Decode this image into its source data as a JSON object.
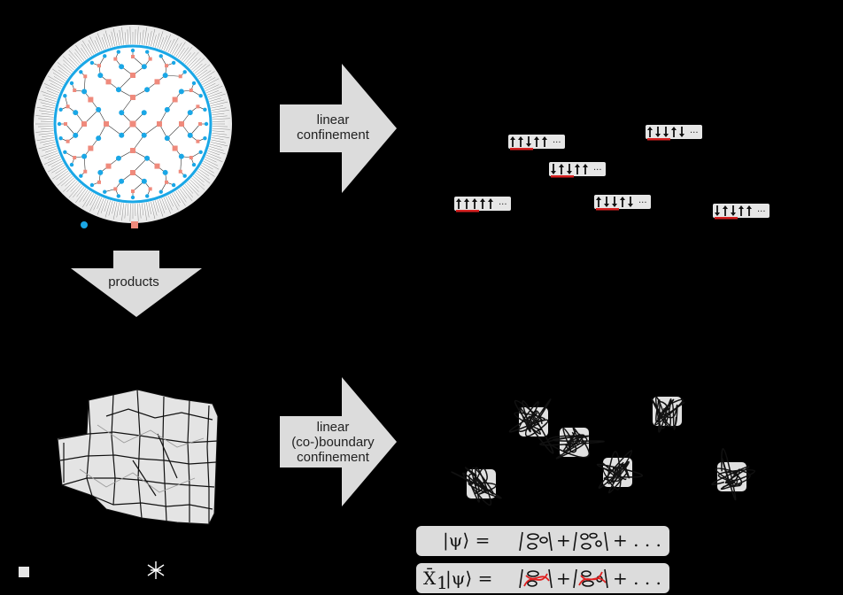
{
  "arrows": {
    "top": {
      "lines": [
        "linear",
        "confinement"
      ]
    },
    "bottom": {
      "lines": [
        "linear",
        "(co-)boundary",
        "confinement"
      ]
    },
    "down": {
      "label": "products"
    }
  },
  "spin_chips": [
    {
      "spins": [
        "up",
        "up",
        "down",
        "up",
        "up"
      ],
      "ellipsis": "···"
    },
    {
      "spins": [
        "up",
        "down",
        "down",
        "up",
        "down"
      ],
      "ellipsis": "···"
    },
    {
      "spins": [
        "down",
        "up",
        "down",
        "up",
        "up"
      ],
      "ellipsis": "···"
    },
    {
      "spins": [
        "up",
        "up",
        "up",
        "up",
        "up"
      ],
      "ellipsis": "···"
    },
    {
      "spins": [
        "up",
        "down",
        "down",
        "up",
        "down"
      ],
      "ellipsis": "···"
    },
    {
      "spins": [
        "down",
        "up",
        "down",
        "up",
        "up"
      ],
      "ellipsis": "···"
    }
  ],
  "equations": {
    "eq1": {
      "lhs": "|ψ⟩ = ",
      "plus": "+",
      "tail": "+ . . ."
    },
    "eq2": {
      "lhs_op": "X̄",
      "lhs_sub": "1",
      "lhs_rest": "|ψ⟩ = ",
      "plus": "+",
      "tail": "+ . . ."
    }
  },
  "colors": {
    "background": "#000000",
    "arrow_fill": "#dcdcdc",
    "qubit_blue": "#1aa7e6",
    "check_red": "#ef8a7c",
    "spin_red_bar": "#d62020",
    "loop_red": "#e02020"
  },
  "legend": {
    "left_icon": "square-icon",
    "right_icon": "star-icon"
  }
}
